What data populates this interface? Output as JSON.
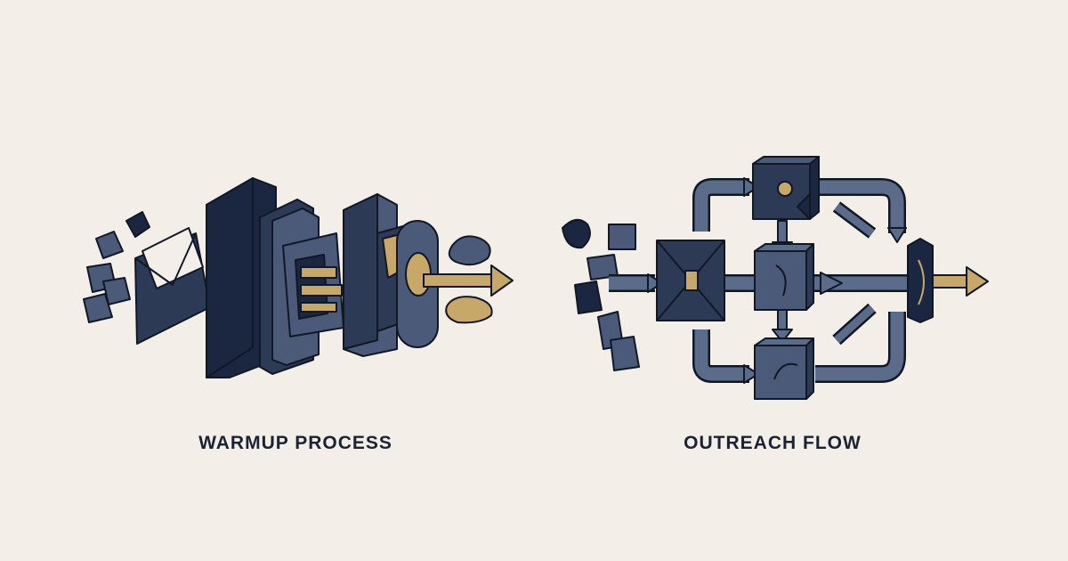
{
  "panels": [
    {
      "title": "WARMUP PROCESS",
      "icon": "warmup-process-diagram"
    },
    {
      "title": "OUTREACH FLOW",
      "icon": "outreach-flow-diagram"
    }
  ],
  "colors": {
    "background": "#f3efe8",
    "navy_dark": "#1b2740",
    "navy_mid": "#2c3a55",
    "slate": "#4a5a78",
    "slate_light": "#5b6b8a",
    "gold": "#c8a868",
    "outline": "#101826"
  }
}
